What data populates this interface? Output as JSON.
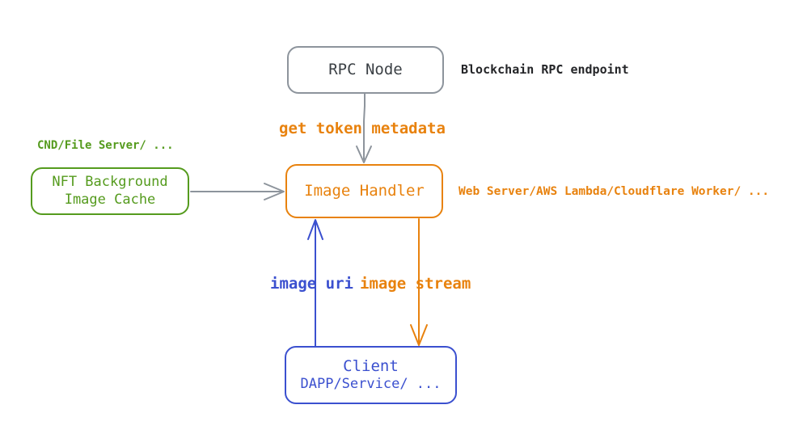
{
  "diagram": {
    "title": "NFT Image Handler Architecture",
    "background": "#ffffff",
    "colors": {
      "gray": "#8d949c",
      "gray_text": "#3b4045",
      "orange": "#e8820e",
      "green": "#559b1e",
      "blue": "#3b50cf",
      "black": "#242528"
    },
    "nodes": {
      "rpc_node": {
        "label": "RPC Node",
        "color": "#8d949c"
      },
      "image_handler": {
        "label": "Image Handler",
        "color": "#e8820e"
      },
      "nft_cache": {
        "line1": "NFT Background",
        "line2": "Image Cache",
        "color": "#559b1e"
      },
      "client": {
        "title": "Client",
        "subtitle": "DAPP/Service/ ...",
        "color": "#3b50cf"
      }
    },
    "annotations": {
      "blockchain_endpoint": "Blockchain RPC endpoint",
      "cdn_file_server": "CND/File Server/ ...",
      "web_server": "Web Server/AWS Lambda/Cloudflare Worker/ ..."
    },
    "edges": {
      "get_token_metadata": "get token metadata",
      "image_uri": "image uri",
      "image_stream": "image stream"
    }
  }
}
